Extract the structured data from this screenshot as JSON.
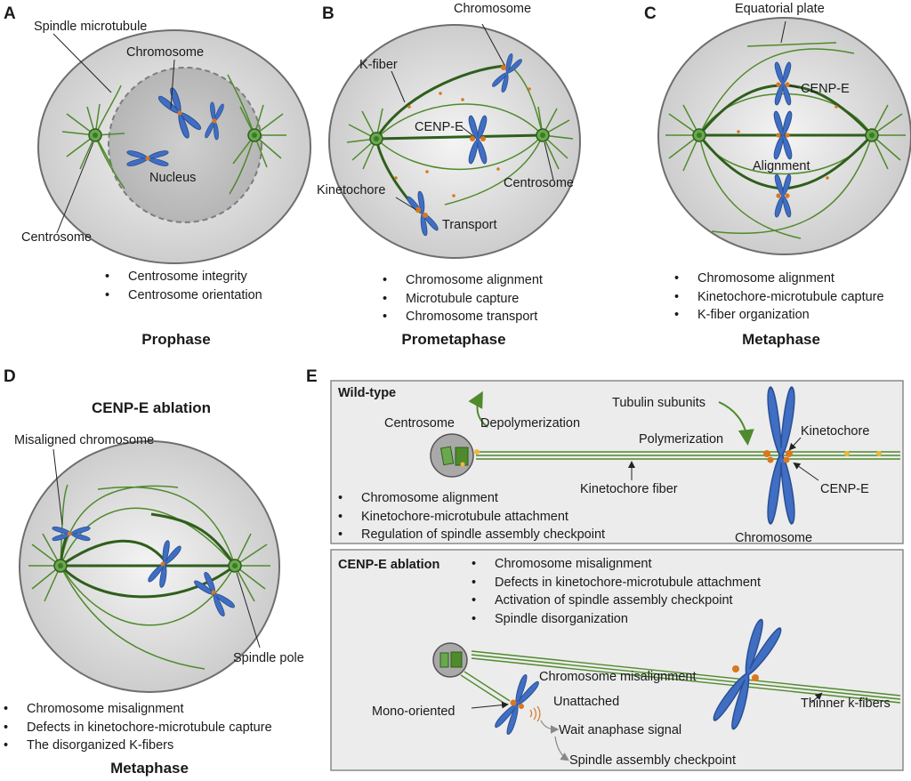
{
  "panels": {
    "A": {
      "letter": "A",
      "stage": "Prophase",
      "labels": {
        "spindle_microtubule": "Spindle microtubule",
        "chromosome": "Chromosome",
        "nucleus": "Nucleus",
        "centrosome": "Centrosome"
      },
      "bullets": [
        "Centrosome integrity",
        "Centrosome orientation"
      ]
    },
    "B": {
      "letter": "B",
      "stage": "Prometaphase",
      "labels": {
        "chromosome": "Chromosome",
        "kfiber": "K-fiber",
        "cenpe": "CENP-E",
        "kinetochore": "Kinetochore",
        "centrosome": "Centrosome",
        "transport": "Transport"
      },
      "bullets": [
        "Chromosome alignment",
        "Microtubule capture",
        "Chromosome transport"
      ]
    },
    "C": {
      "letter": "C",
      "stage": "Metaphase",
      "labels": {
        "equatorial_plate": "Equatorial plate",
        "cenpe": "CENP-E",
        "alignment": "Alignment"
      },
      "bullets": [
        "Chromosome alignment",
        "Kinetochore-microtubule capture",
        "K-fiber organization"
      ]
    },
    "D": {
      "letter": "D",
      "heading": "CENP-E ablation",
      "stage": "Metaphase",
      "labels": {
        "misaligned": "Misaligned chromosome",
        "spindle_pole": "Spindle pole"
      },
      "bullets": [
        "Chromosome misalignment",
        "Defects in kinetochore-microtubule capture",
        "The disorganized K-fibers"
      ]
    },
    "E": {
      "letter": "E",
      "wildtype": {
        "heading": "Wild-type",
        "labels": {
          "centrosome": "Centrosome",
          "depolymerization": "Depolymerization",
          "tubulin_subunits": "Tubulin subunits",
          "polymerization": "Polymerization",
          "kinetochore": "Kinetochore",
          "kinetochore_fiber": "Kinetochore fiber",
          "cenpe": "CENP-E",
          "chromosome": "Chromosome"
        },
        "bullets": [
          "Chromosome alignment",
          "Kinetochore-microtubule attachment",
          "Regulation of spindle assembly checkpoint"
        ]
      },
      "ablation": {
        "heading": "CENP-E ablation",
        "bullets": [
          "Chromosome misalignment",
          "Defects in kinetochore-microtubule attachment",
          "Activation of spindle assembly checkpoint",
          "Spindle disorganization"
        ],
        "labels": {
          "chromosome_misalignment": "Chromosome misalignment",
          "mono_oriented": "Mono-oriented",
          "unattached": "Unattached",
          "wait_signal": "Wait anaphase signal",
          "sac": "Spindle assembly checkpoint",
          "thinner": "Thinner k-fibers"
        }
      }
    }
  },
  "colors": {
    "cell_fill": "#dcdcdc",
    "cell_stroke": "#6e6e6e",
    "microtubule": "#4f8a2c",
    "kfiber": "#2f5e1c",
    "chromosome": "#3f6ec2",
    "kinetochore": "#d9781f",
    "box_fill": "#ececec"
  }
}
